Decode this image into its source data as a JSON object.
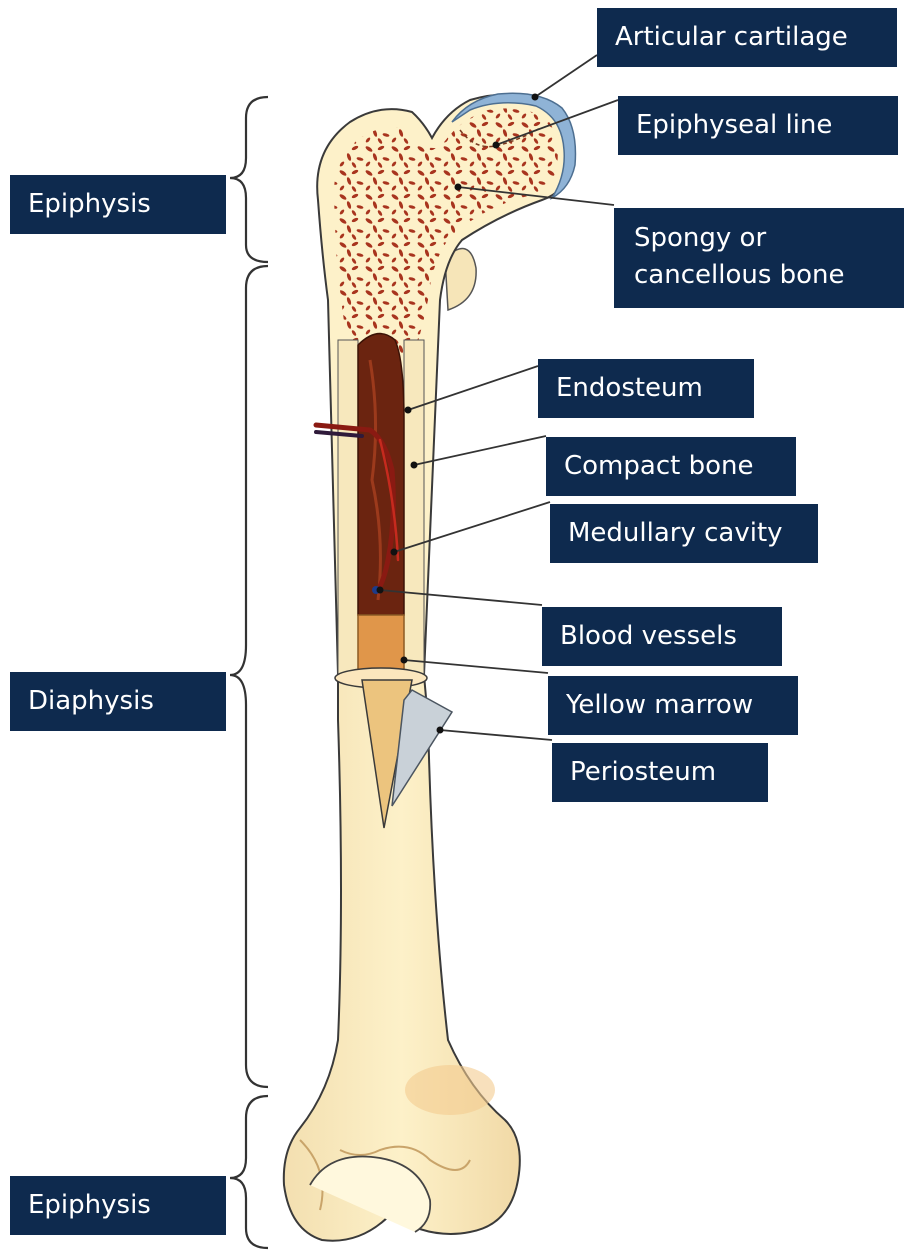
{
  "region_labels": {
    "epiphysis_top": "Epiphysis",
    "diaphysis": "Diaphysis",
    "epiphysis_bottom": "Epiphysis"
  },
  "part_labels": {
    "articular_cartilage": "Articular cartilage",
    "epiphyseal_line": "Epiphyseal line",
    "spongy_bone": [
      "Spongy or",
      "cancellous bone"
    ],
    "endosteum": "Endosteum",
    "compact_bone": "Compact bone",
    "medullary_cavity": "Medullary cavity",
    "blood_vessels": "Blood vessels",
    "yellow_marrow": "Yellow marrow",
    "periosteum": "Periosteum"
  },
  "colors": {
    "label_background": "#0e2a4e",
    "label_text": "#ffffff",
    "bone_fill": "#fdf1c9",
    "spongy_dots": "#a8341e",
    "marrow_dark": "#6b2410",
    "yellow_marrow": "#e0964a",
    "cartilage": "#8fb3d6",
    "periosteum": "#c9d1d8"
  }
}
